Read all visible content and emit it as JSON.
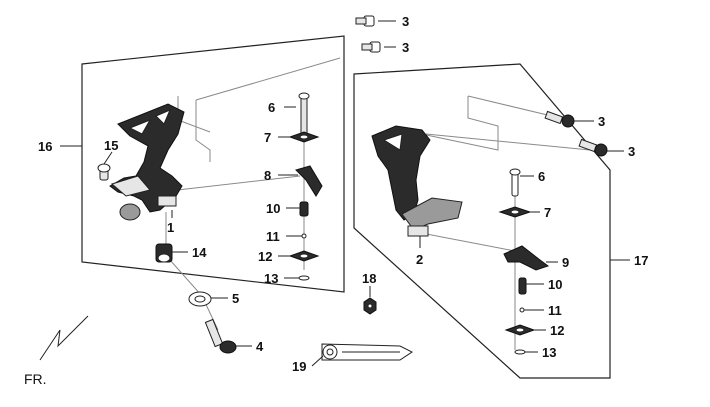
{
  "diagram": {
    "fr_label": "FR.",
    "callouts": {
      "p1": "1",
      "p2": "2",
      "p3a": "3",
      "p3b": "3",
      "p3c": "3",
      "p3d": "3",
      "p4": "4",
      "p5": "5",
      "p6a": "6",
      "p6b": "6",
      "p7a": "7",
      "p7b": "7",
      "p8": "8",
      "p9": "9",
      "p10a": "10",
      "p10b": "10",
      "p11a": "11",
      "p11b": "11",
      "p12a": "12",
      "p12b": "12",
      "p13a": "13",
      "p13b": "13",
      "p14": "14",
      "p15": "15",
      "p16": "16",
      "p17": "17",
      "p18": "18",
      "p19": "19"
    }
  }
}
